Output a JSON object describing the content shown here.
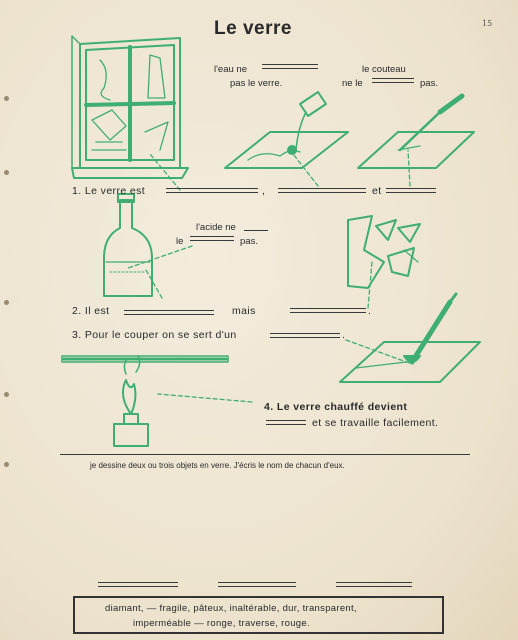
{
  "page": {
    "title": "Le verre",
    "page_number": "15"
  },
  "exercise": {
    "q1_label": "1. Le verre est",
    "q1_comma": ",",
    "q1_and": "et",
    "q2_label": "2. Il est",
    "q2_but": "mais",
    "q2_end": ".",
    "q3_text": "3. Pour le couper on se sert d'un",
    "q3_end": ".",
    "q4_line1": "4. Le verre chauffé devient",
    "q4_line2": "et se travaille facilement.",
    "water_line1": "l'eau ne",
    "water_line2": "pas le verre.",
    "knife_line1": "le couteau",
    "knife_line2_a": "ne le",
    "knife_line2_b": "pas.",
    "acid_line1": "l'acide ne",
    "acid_line2_a": "le",
    "acid_line2_b": "pas.",
    "draw_instruction": "je dessine deux ou trois objets en verre. J'écris le nom de chacun d'eux."
  },
  "word_box": {
    "line1": "diamant, — fragile, pâteux, inaltérable, dur, transparent,",
    "line2": "imperméable — ronge, traverse, rouge."
  },
  "colors": {
    "illustration": "#3fae72",
    "ink": "#2a2a2a",
    "paper": "#efe7d6"
  }
}
